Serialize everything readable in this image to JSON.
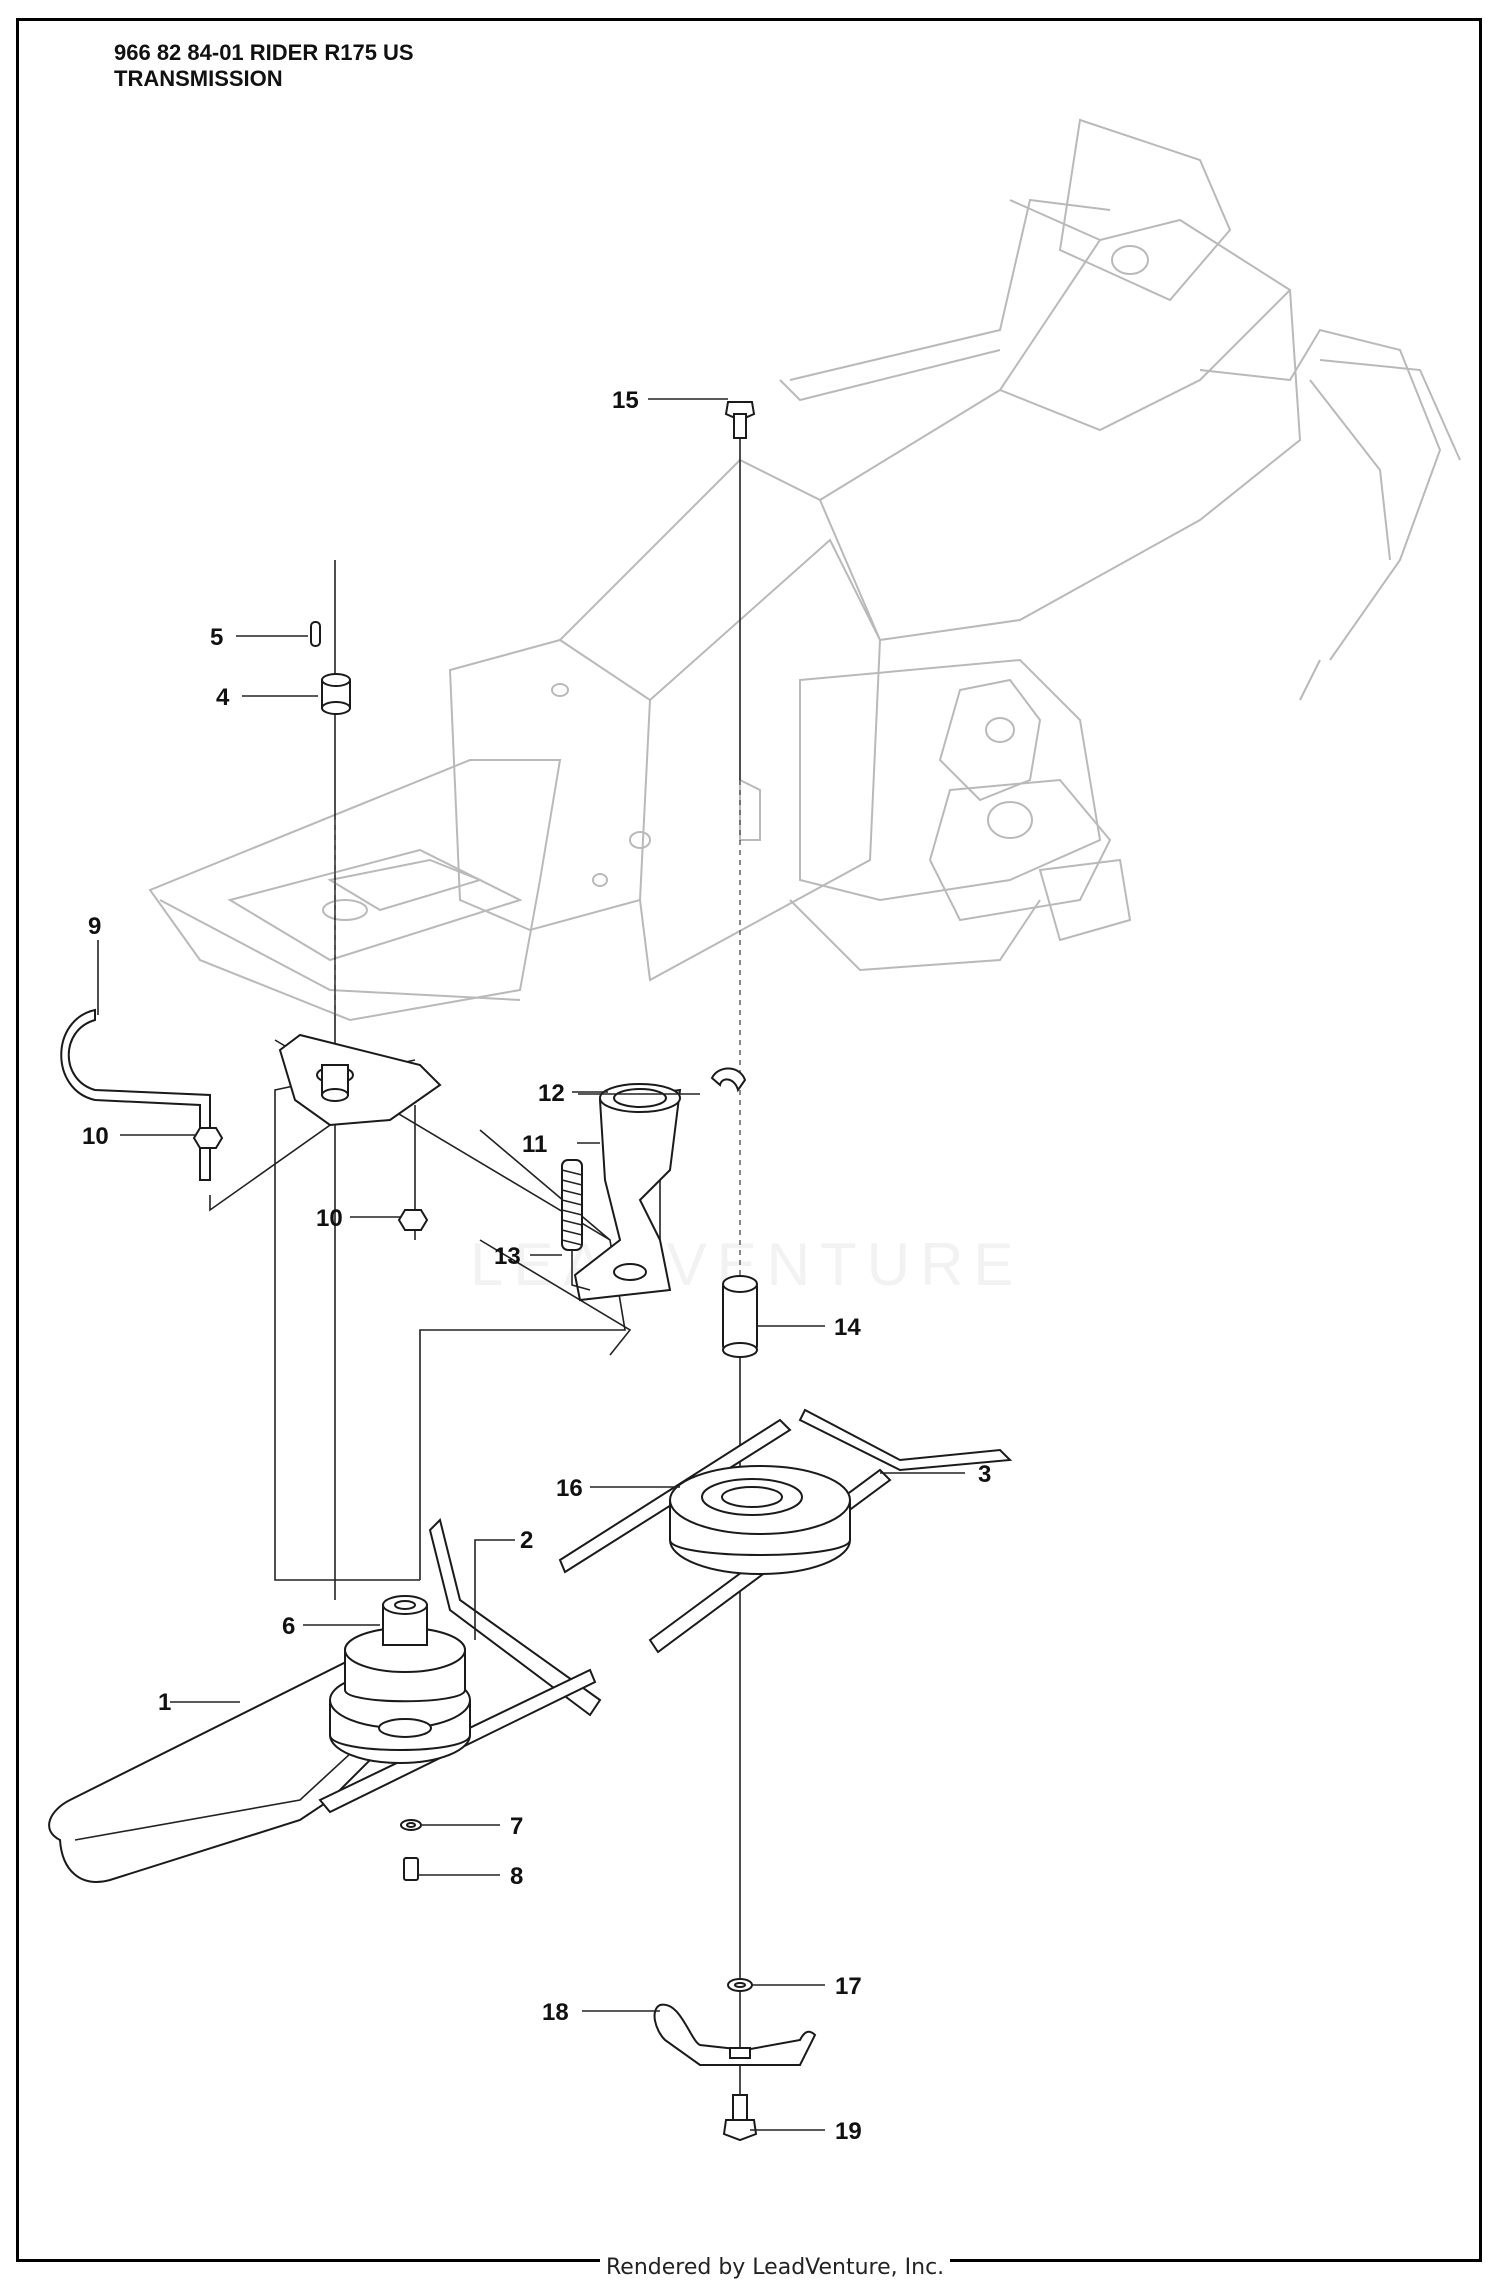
{
  "title": {
    "line1": "966 82 84-01 RIDER R175 US",
    "line2": "TRANSMISSION"
  },
  "watermark": "LEADVENTURE",
  "footer": "Rendered by LeadVenture, Inc.",
  "callouts": [
    "1",
    "2",
    "3",
    "4",
    "5",
    "6",
    "7",
    "8",
    "9",
    "10",
    "10",
    "11",
    "12",
    "13",
    "14",
    "15",
    "16",
    "17",
    "18",
    "19"
  ]
}
